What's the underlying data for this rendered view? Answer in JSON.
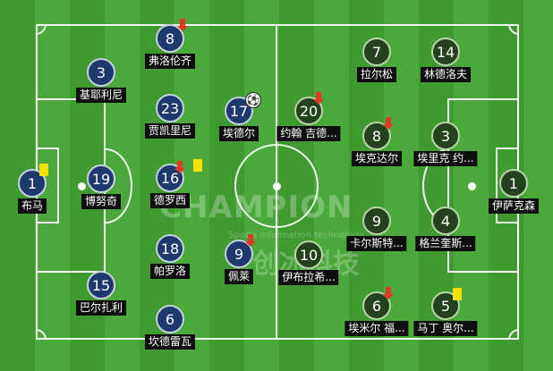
{
  "watermark": {
    "brand": "CHAMPION",
    "tagline": "Sports information technology",
    "chinese": "创冰科技"
  },
  "icons": {
    "sub_arrow": "substitution-arrow-icon",
    "yellow_card": "yellow-card-icon",
    "ball": "soccer-ball-icon"
  },
  "colors": {
    "home_disc": "#1d3a6e",
    "away_disc": "#24421e",
    "pitch": "#3f9a30",
    "card": "#f5e100",
    "sub_arrow": "#e03a23"
  },
  "home_players": [
    {
      "number": "1",
      "name": "布马"
    },
    {
      "number": "3",
      "name": "基耶利尼"
    },
    {
      "number": "19",
      "name": "博努奇"
    },
    {
      "number": "15",
      "name": "巴尔扎利"
    },
    {
      "number": "8",
      "name": "弗洛伦齐"
    },
    {
      "number": "23",
      "name": "贾凯里尼"
    },
    {
      "number": "16",
      "name": "德罗西"
    },
    {
      "number": "18",
      "name": "帕罗洛"
    },
    {
      "number": "6",
      "name": "坎德雷瓦"
    },
    {
      "number": "17",
      "name": "埃德尔"
    },
    {
      "number": "9",
      "name": "佩莱"
    }
  ],
  "away_players": [
    {
      "number": "20",
      "name": "约翰 吉德..."
    },
    {
      "number": "10",
      "name": "伊布拉希..."
    },
    {
      "number": "7",
      "name": "拉尔松"
    },
    {
      "number": "8",
      "name": "埃克达尔"
    },
    {
      "number": "9",
      "name": "卡尔斯特..."
    },
    {
      "number": "6",
      "name": "埃米尔 福..."
    },
    {
      "number": "14",
      "name": "林德洛夫"
    },
    {
      "number": "3",
      "name": "埃里克 约..."
    },
    {
      "number": "4",
      "name": "格兰奎斯..."
    },
    {
      "number": "5",
      "name": "马丁 奥尔..."
    },
    {
      "number": "1",
      "name": "伊萨克森"
    }
  ]
}
